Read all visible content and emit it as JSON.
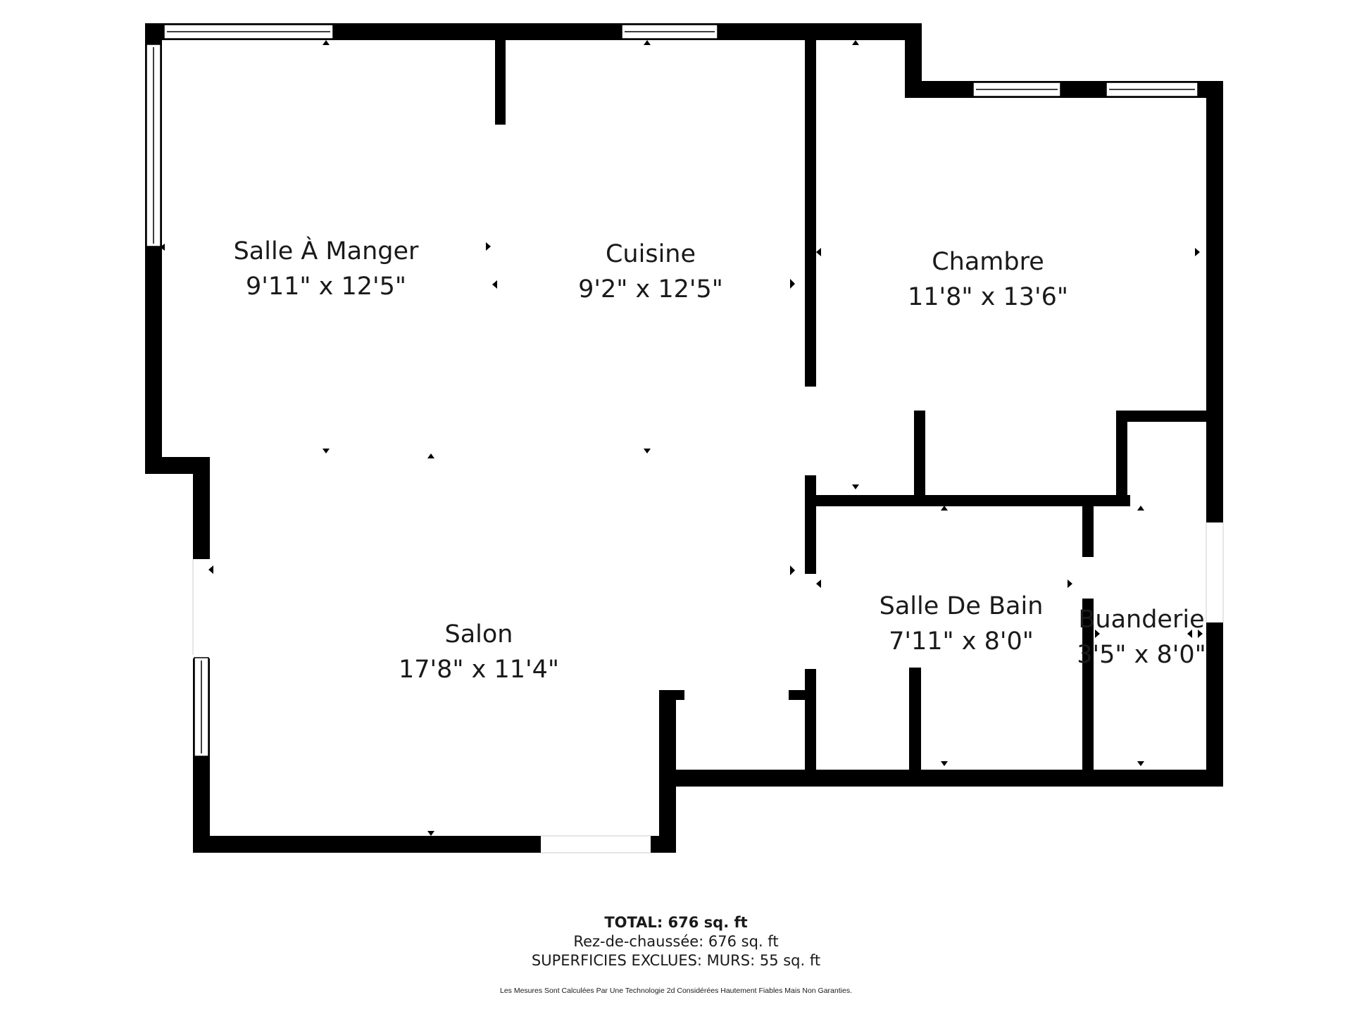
{
  "rooms": [
    {
      "name": "Salle À Manger",
      "dims": "9'11\" x 12'5\""
    },
    {
      "name": "Cuisine",
      "dims": "9'2\" x 12'5\""
    },
    {
      "name": "Chambre",
      "dims": "11'8\" x 13'6\""
    },
    {
      "name": "Salon",
      "dims": "17'8\" x 11'4\""
    },
    {
      "name": "Salle De Bain",
      "dims": "7'11\" x 8'0\""
    },
    {
      "name": "Buanderie",
      "dims": "3'5\" x 8'0\""
    }
  ],
  "summary": {
    "total_label": "TOTAL:",
    "total_value": "676 sq. ft",
    "floor_line": "Rez-de-chaussée: 676 sq. ft",
    "excluded_line": "SUPERFICIES EXCLUES: MURS: 55 sq. ft"
  },
  "disclaimer": "Les Mesures Sont Calculées Par Une Technologie 2d Considérées Hautement Fiables Mais Non Garanties.",
  "colors": {
    "wall": "#000000",
    "background": "#ffffff"
  }
}
